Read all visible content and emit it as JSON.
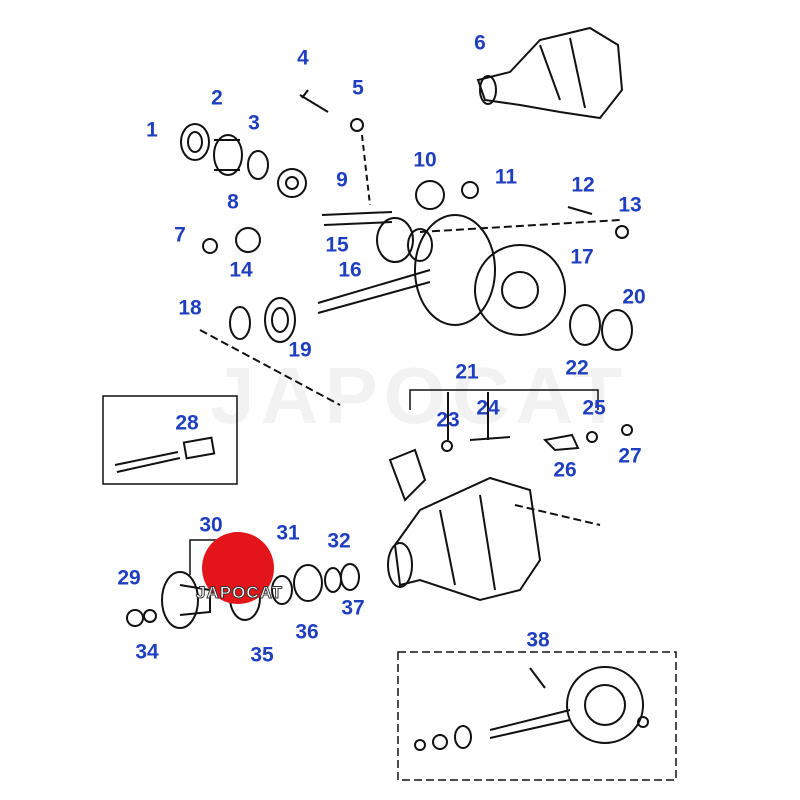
{
  "watermark": "JAPOCAT",
  "logo": {
    "text": "JAPOCAT",
    "color": "#e4141b"
  },
  "label_color": "#1f3fbf",
  "callouts": [
    "1",
    "2",
    "3",
    "4",
    "5",
    "6",
    "7",
    "8",
    "9",
    "10",
    "11",
    "12",
    "13",
    "14",
    "15",
    "16",
    "17",
    "18",
    "19",
    "20",
    "21",
    "22",
    "23",
    "24",
    "25",
    "26",
    "27",
    "28",
    "29",
    "30",
    "31",
    "32",
    "34",
    "35",
    "36",
    "37",
    "38"
  ]
}
